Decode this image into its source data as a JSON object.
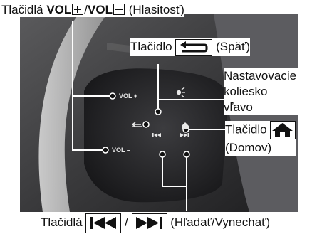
{
  "labels": {
    "volume_prefix": "Tlačidlá",
    "vol": "VOL",
    "slash": "/",
    "volume_suffix": "(Hlasitosť)",
    "back_prefix": "Tlačidlo",
    "back_suffix": "(Späť)",
    "wheel_line1": "Nastavovacie",
    "wheel_line2": "koliesko",
    "wheel_line3": "vľavo",
    "home_prefix": "Tlačidlo",
    "home_suffix": "(Domov)",
    "seek_prefix": "Tlačidlá",
    "seek_slash": "/",
    "seek_suffix": "(Hľadať/Vynechať)"
  },
  "wheel_text": {
    "vol_plus": "VOL +",
    "vol_minus": "VOL –"
  },
  "colors": {
    "leader_line": "#ffffff",
    "dot": "#111111",
    "panel_dark": "#2a2a2c",
    "panel_light": "#e2e2e2"
  },
  "icons": [
    "plus-icon",
    "minus-icon",
    "back-icon",
    "home-icon",
    "skip-back-icon",
    "skip-forward-icon",
    "voice-icon"
  ]
}
